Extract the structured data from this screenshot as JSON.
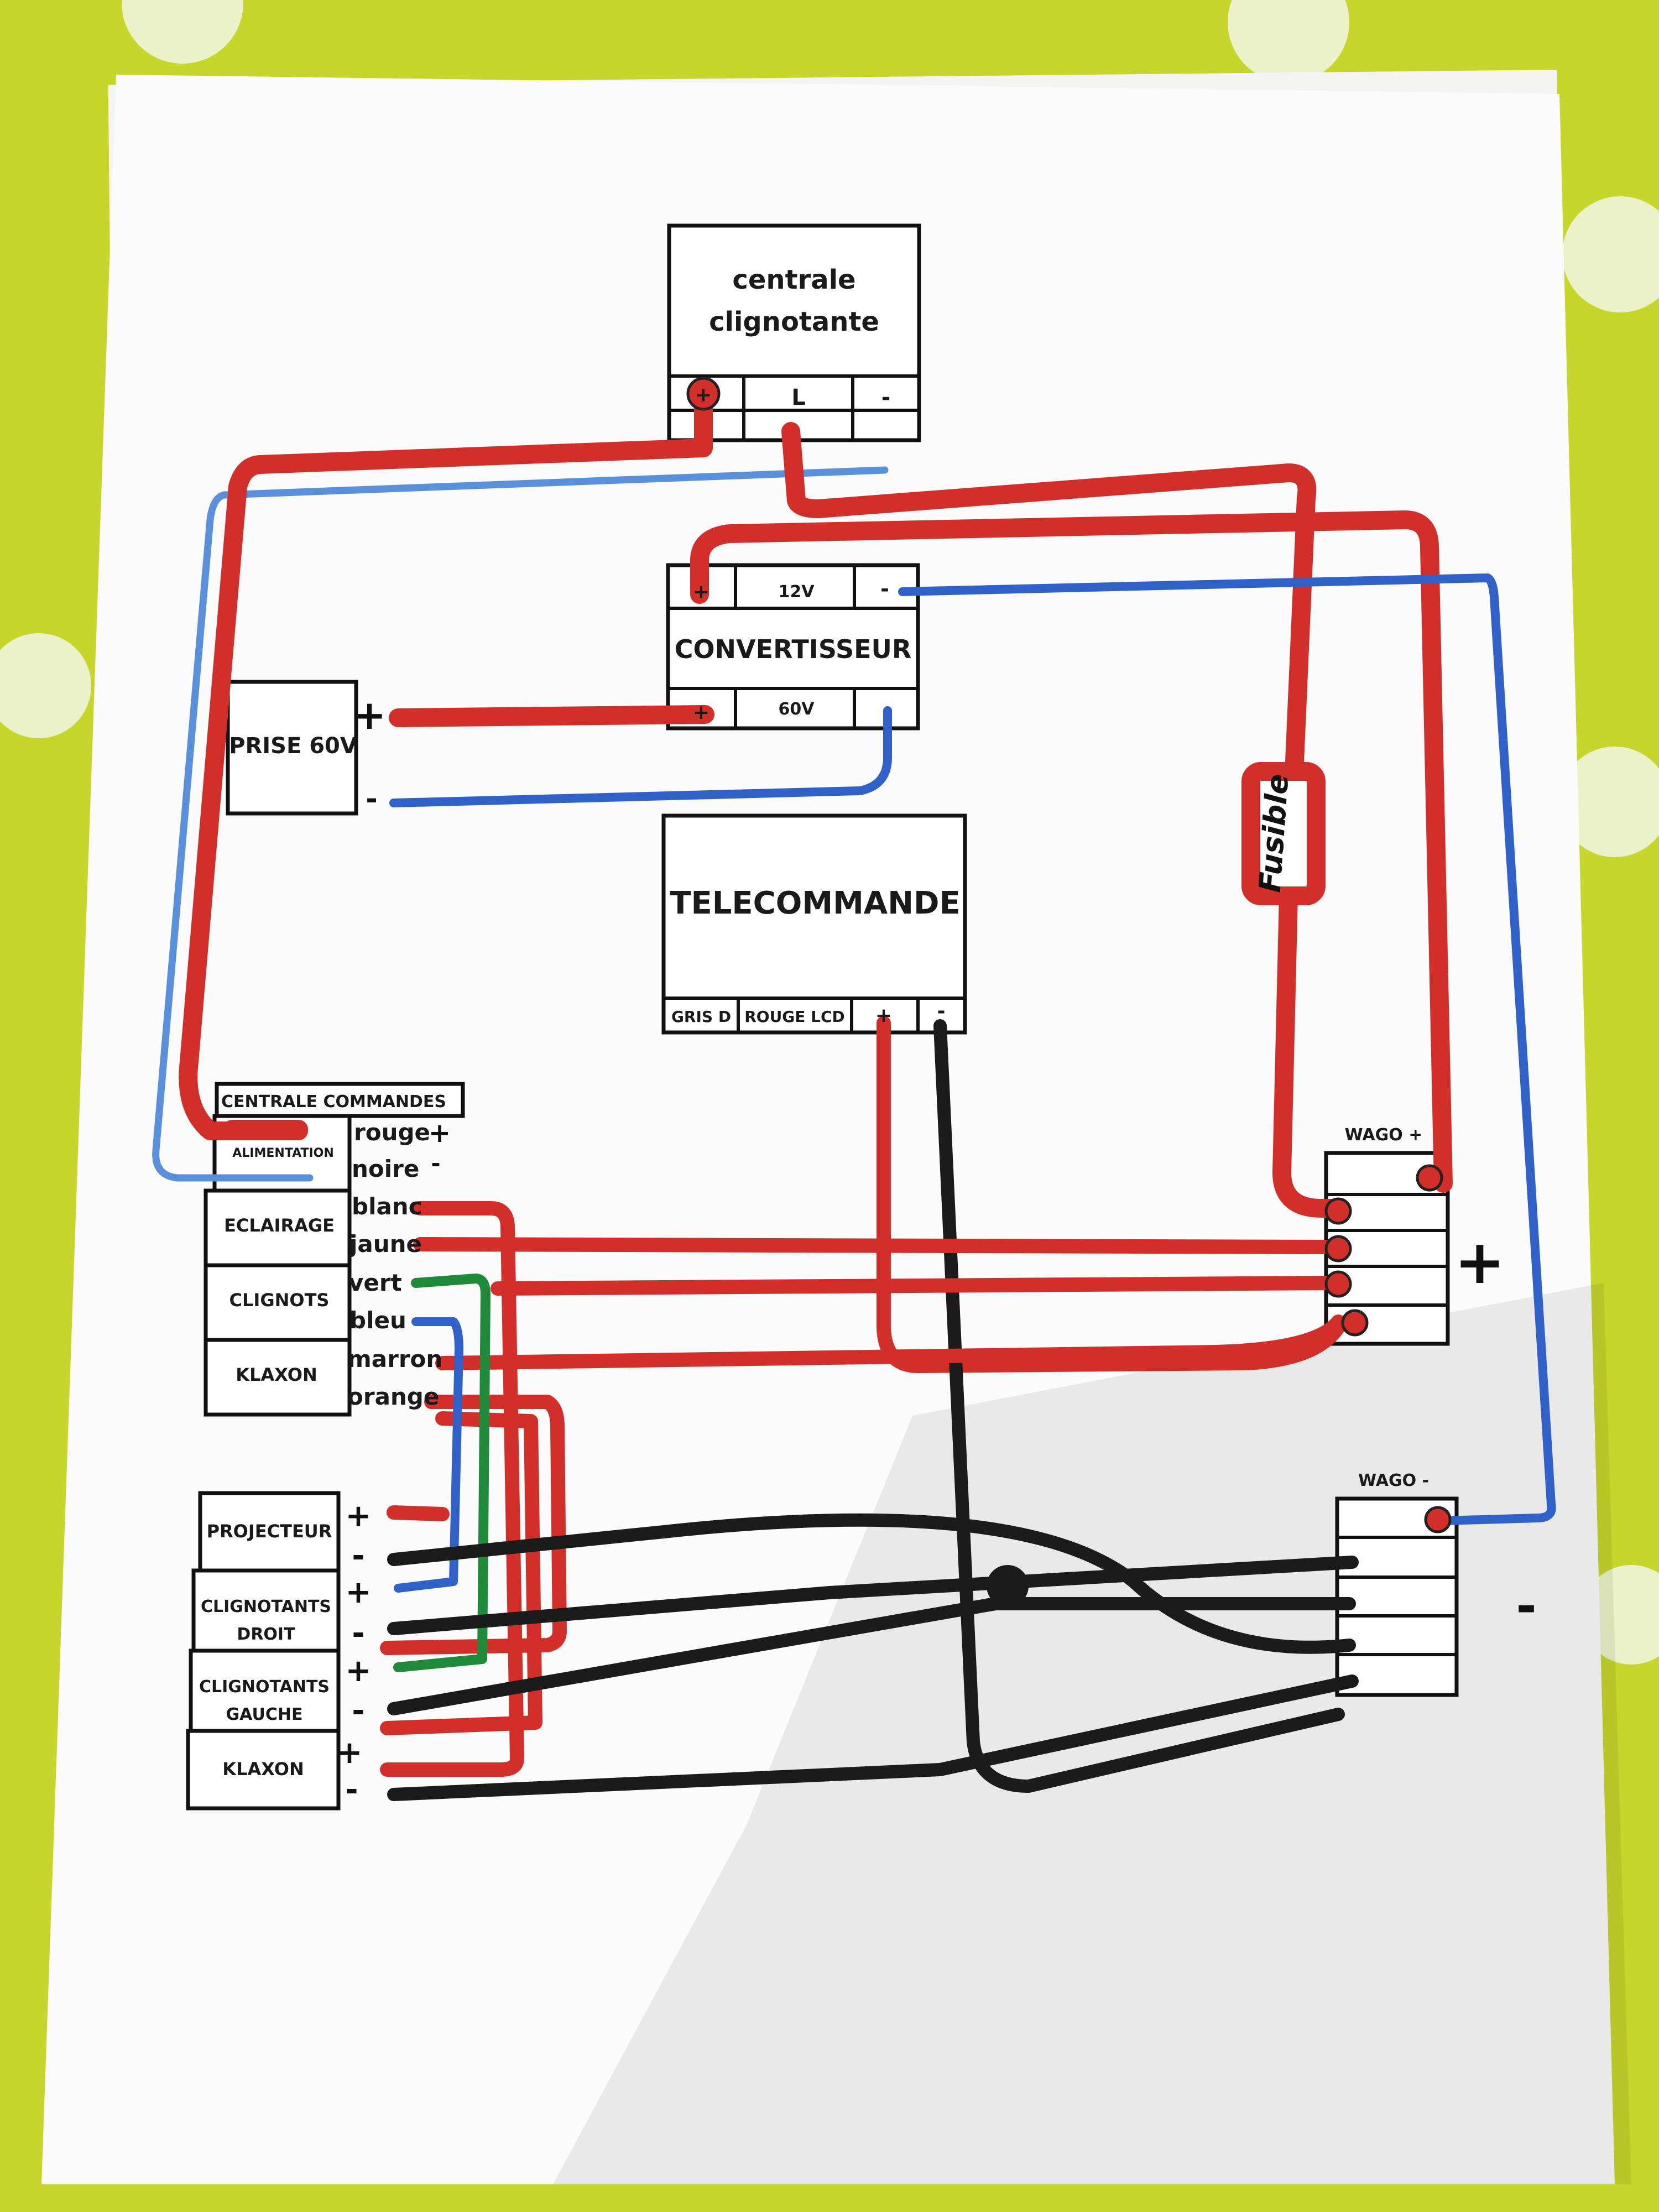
{
  "blocks": {
    "centrale_clignotante": {
      "title_l1": "centrale",
      "title_l2": "clignotante",
      "t_plus": "+",
      "t_L": "L",
      "t_minus": "-"
    },
    "convertisseur": {
      "title": "CONVERTISSEUR",
      "top_plus": "+",
      "top_v": "12V",
      "top_minus": "-",
      "bot_plus": "+",
      "bot_v": "60V"
    },
    "prise": {
      "title": "PRISE 60V",
      "plus": "+",
      "minus": "-"
    },
    "telecommande": {
      "title": "TELECOMMANDE",
      "gris": "GRIS D",
      "rouge": "ROUGE LCD",
      "plus": "+",
      "minus": "-"
    },
    "centrale_commandes": {
      "title": "CENTRALE COMMANDES",
      "modules": [
        "ALIMENTATION",
        "ECLAIRAGE",
        "CLIGNOTS",
        "KLAXON"
      ],
      "wires": [
        "rouge",
        "noire",
        "blanc",
        "jaune",
        "vert",
        "bleu",
        "marron",
        "orange"
      ],
      "rouge_sign": "+",
      "noire_sign": "-"
    },
    "outputs": {
      "labels": [
        "PROJECTEUR",
        "CLIGNOTANTS DROIT",
        "CLIGNOTANTS GAUCHE",
        "KLAXON"
      ],
      "signs": [
        "+",
        "-",
        "+",
        "-",
        "+",
        "-",
        "+",
        "-"
      ]
    },
    "wago_plus": {
      "title": "WAGO +",
      "sign": "+"
    },
    "wago_minus": {
      "title": "WAGO -",
      "sign": "-"
    },
    "fusible": {
      "label": "Fusible"
    }
  },
  "colors": {
    "red": "#d32f2a",
    "blue": "#2f61c9",
    "black": "#1b1b1b",
    "green": "#1e8a3a",
    "background": "#c6d62a"
  }
}
